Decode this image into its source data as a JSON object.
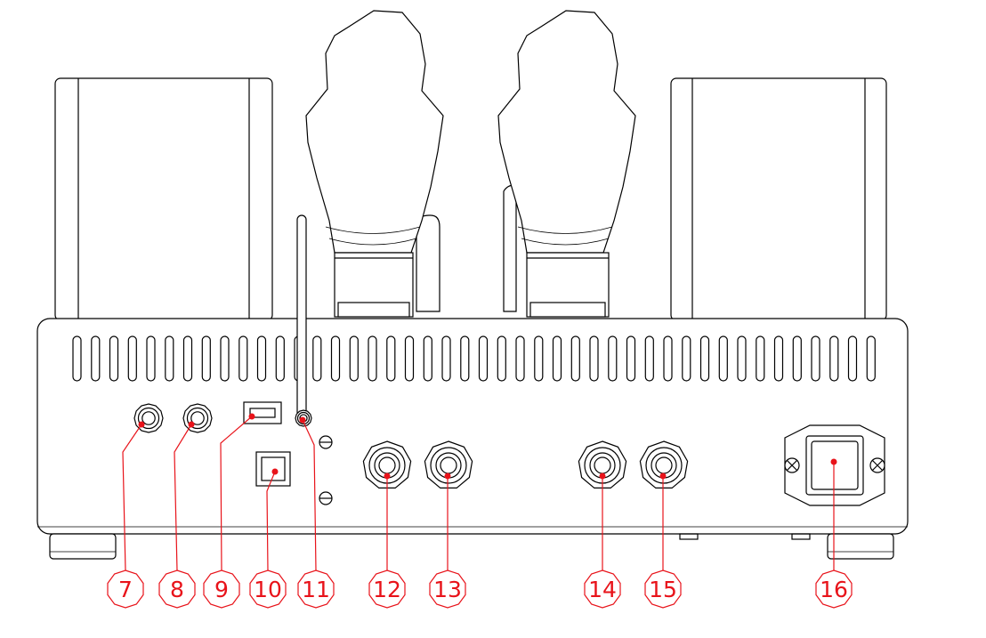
{
  "callouts": [
    {
      "id": "7",
      "label": "7"
    },
    {
      "id": "8",
      "label": "8"
    },
    {
      "id": "9",
      "label": "9"
    },
    {
      "id": "10",
      "label": "10"
    },
    {
      "id": "11",
      "label": "11"
    },
    {
      "id": "12",
      "label": "12"
    },
    {
      "id": "13",
      "label": "13"
    },
    {
      "id": "14",
      "label": "14"
    },
    {
      "id": "15",
      "label": "15"
    },
    {
      "id": "16",
      "label": "16"
    }
  ],
  "colors": {
    "line": "#000000",
    "callout": "#e8131a",
    "background": "#ffffff"
  }
}
